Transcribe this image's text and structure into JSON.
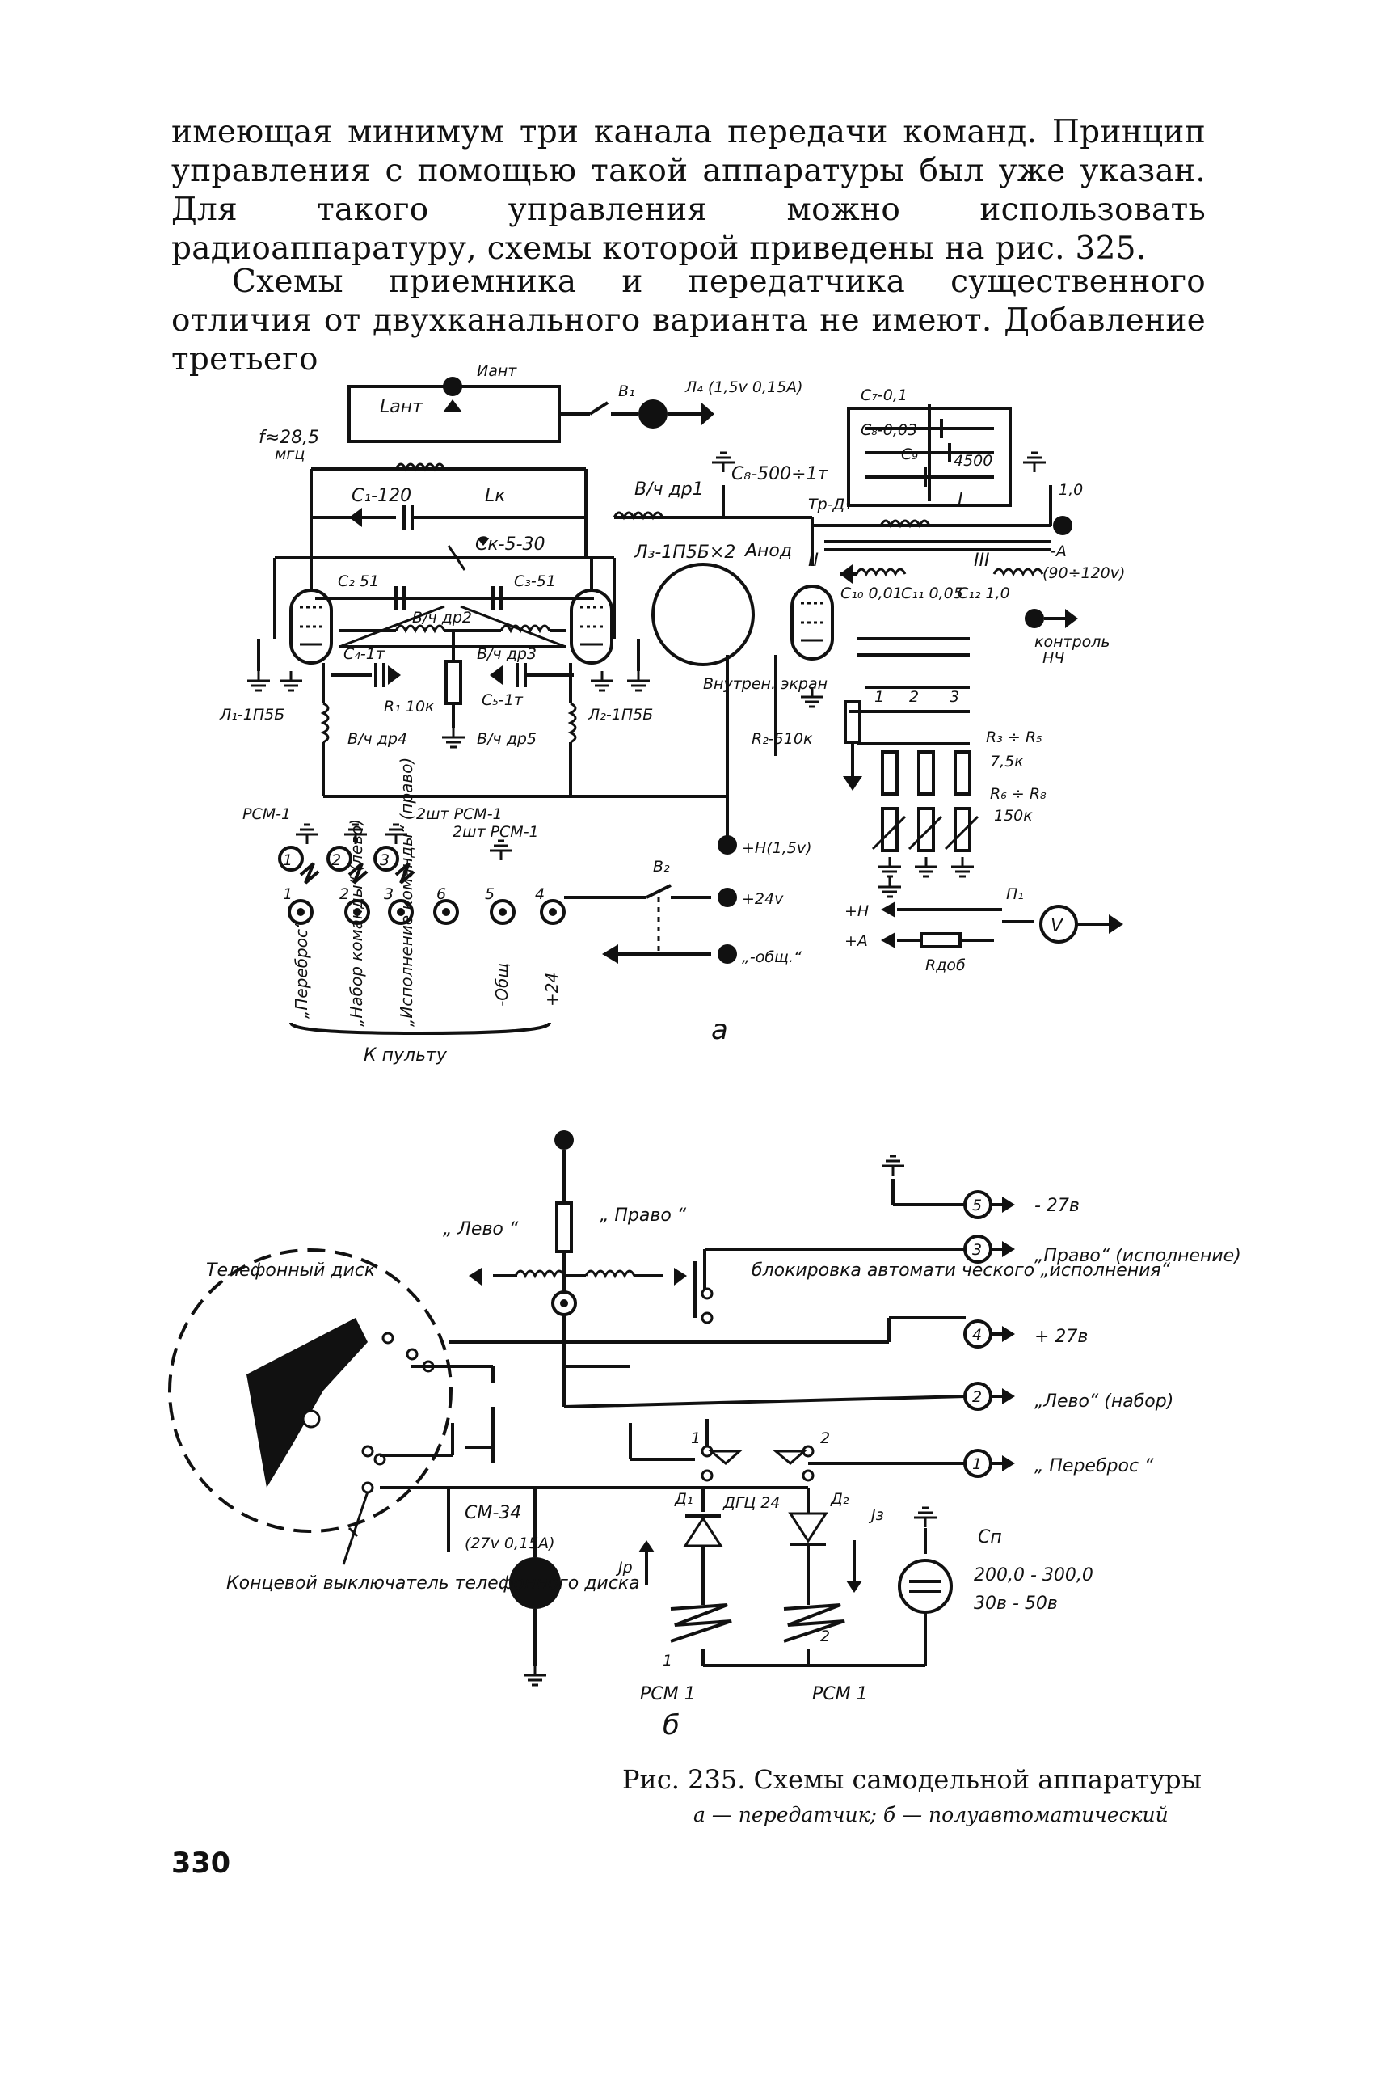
{
  "text": {
    "paragraph1": "имеющая минимум три канала передачи команд. Принцип управления с помощью такой аппаратуры был уже указан. Для такого управления можно использовать радиоаппаратуру, схемы которой приведены на рис. 325.",
    "paragraph2": "Схемы приемника и передатчика существенного отличия от двухканального варианта не имеют. Добавление третьего"
  },
  "diagram_a": {
    "panel_label": "а",
    "labels": {
      "ant_l": "Lант",
      "ant_i": "Иант",
      "freq": "f≈28,5",
      "freq_unit": "мгц",
      "b1": "B₁",
      "lamp4": "Л₄ (1,5v 0,15A)",
      "c1": "C₁-120",
      "lk": "Lк",
      "ck": "Cк-5-30",
      "c2": "C₂ 51",
      "c3": "C₃-51",
      "vch_dr2": "В/ч др2",
      "c4": "C₄-1т",
      "vch_dr3": "В/ч др3",
      "r1": "R₁ 10к",
      "c5": "C₅-1т",
      "vch_dr4": "В/ч др4",
      "vch_dr5": "В/ч др5",
      "tube1": "Л₁-1П5Б",
      "tube2": "Л₂-1П5Б",
      "vch_dr1": "В/ч др1",
      "c8": "C₈-500÷1т",
      "tube3": "Л₃-1П5Б×2",
      "anod": "Анод",
      "vnutr": "Внутрен. экран",
      "r2": "R₂-510к",
      "c7": "C₇-0,1",
      "c8b": "C₈-0,03",
      "c9": "C₉",
      "c9v": "4500",
      "tr": "Тр-Д₁",
      "w1": "I",
      "w2": "II",
      "w3": "III",
      "c10": "C₁₀ 0,01",
      "c11": "C₁₁ 0,05",
      "c12": "C₁₂ 1,0",
      "cap_10": "1,0",
      "minus_a": "-А",
      "supply": "(90÷120v)",
      "kontrol": "контроль",
      "nch": "НЧ",
      "r35": "R₃ ÷ R₅",
      "r35v": "7,5к",
      "r68": "R₆ ÷ R₈",
      "r68v": "150к",
      "plus_n": "+Н(1,5v)",
      "rsm1": "РСМ-1",
      "two_rsm_a": "2шт РСМ-1",
      "two_rsm_b": "2шт РСМ-1",
      "b2": "B₂",
      "plus24": "+24v",
      "obsh": "„-общ.“",
      "pn": "+Н",
      "pa": "+А",
      "p1": "П₁",
      "volt": "V",
      "rdob": "Rдоб",
      "k_pultu": "К пульту",
      "num1": "1",
      "num2": "2",
      "num3": "3",
      "num6": "6",
      "num5": "5",
      "num4": "4",
      "sw1": "1",
      "sw2": "2",
      "sw3": "3",
      "rot1": "„Переброс“",
      "rot2": "„Набор команды“ (лево)",
      "rot3": "„Исполнение команды“ (право)",
      "rot4": "-Общ",
      "rot5": "+24"
    }
  },
  "diagram_b": {
    "panel_label": "б",
    "labels": {
      "levo": "„ Лево “",
      "pravo": "„ Право “",
      "tel_disk": "Телефонный диск",
      "blok": "блокировка автомати ческого „исполнения“",
      "minus27": "- 27в",
      "plus27": "+ 27в",
      "pin5": "5",
      "pin3": "3",
      "pin4": "4",
      "pin2": "2",
      "pin1": "1",
      "pravo_isp": "„Право“ (исполнение)",
      "levo_nabor": "„Лево“ (набор)",
      "perebros": "„ Переброс “",
      "sm34": "СМ-34",
      "sm34v": "(27v 0,15A)",
      "konc": "Концевой выключатель телефонного диска",
      "d1": "Д₁",
      "dgc": "ДГЦ 24",
      "d2": "Д₂",
      "jp": "Jр",
      "j3": "Jз",
      "cp": "Cп",
      "cpv": "200,0 - 300,0",
      "cpu": "30в - 50в",
      "rsm1a": "РСМ 1",
      "rsm1b": "РСМ 1",
      "coil1": "1",
      "coil2": "2",
      "sw1": "1",
      "sw2": "2"
    }
  },
  "caption": {
    "line1": "Рис. 235. Схемы самодельной аппаратуры",
    "line2": "а — передатчик; б — полуавтоматический"
  },
  "page_number": "330"
}
